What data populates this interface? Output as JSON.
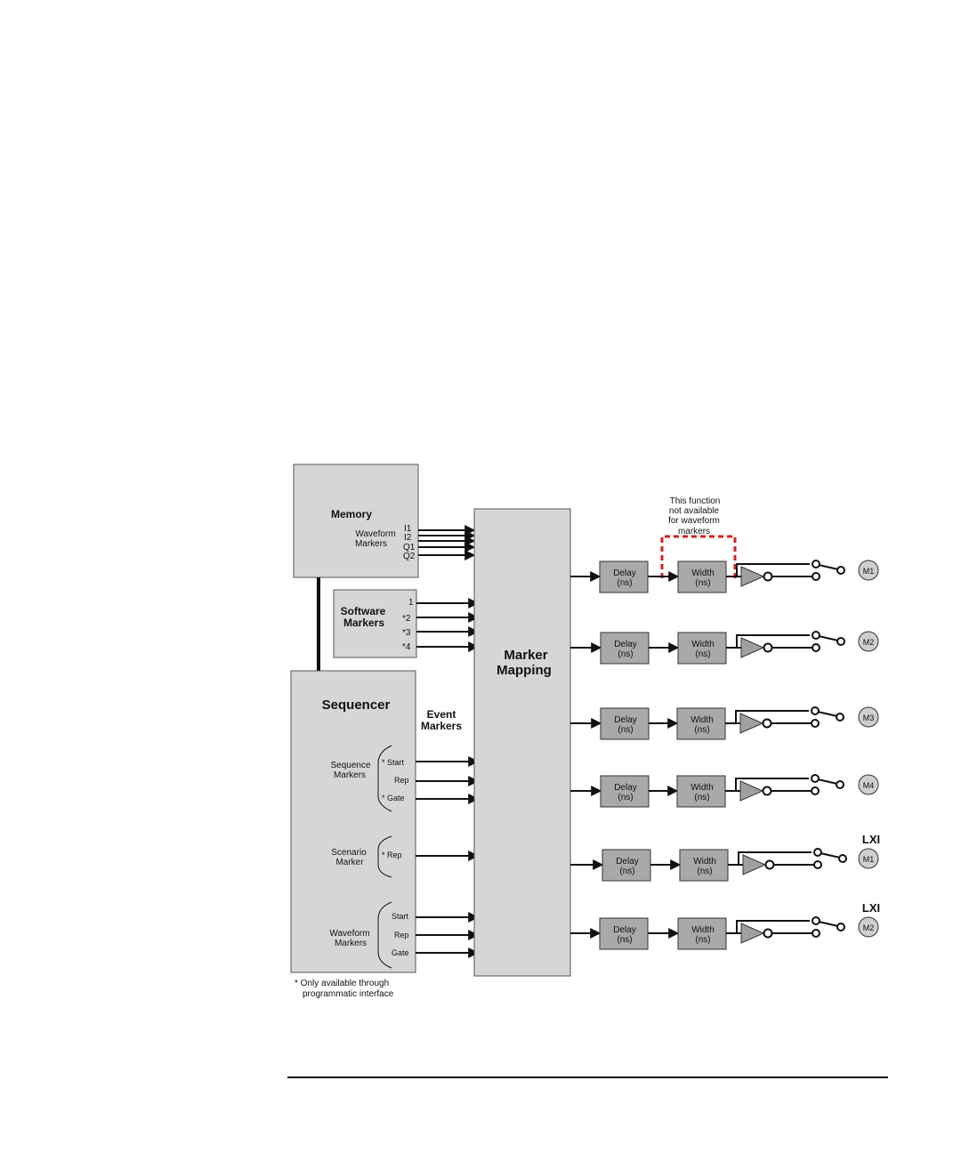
{
  "memory": {
    "title": "Memory",
    "sub1": "Waveform",
    "sub2": "Markers",
    "ports": [
      "I1",
      "I2",
      "Q1",
      "Q2"
    ]
  },
  "software": {
    "title1": "Software",
    "title2": "Markers",
    "ports": [
      "1",
      "*2",
      "*3",
      "*4"
    ]
  },
  "sequencer": {
    "title": "Sequencer",
    "event1": "Event",
    "event2": "Markers",
    "groups": [
      {
        "name1": "Sequence",
        "name2": "Markers",
        "ports": [
          "* Start",
          "Rep",
          "* Gate"
        ]
      },
      {
        "name1": "Scenario",
        "name2": "Marker",
        "ports": [
          "* Rep"
        ]
      },
      {
        "name1": "Waveform",
        "name2": "Markers",
        "ports": [
          "Start",
          "Rep",
          "Gate"
        ]
      }
    ]
  },
  "mapping": {
    "line1": "Marker",
    "line2": "Mapping"
  },
  "chains": [
    {
      "delay1": "Delay",
      "delay2": "(ns)",
      "width1": "Width",
      "width2": "(ns)",
      "out": "M1",
      "prefix": ""
    },
    {
      "delay1": "Delay",
      "delay2": "(ns)",
      "width1": "Width",
      "width2": "(ns)",
      "out": "M2",
      "prefix": ""
    },
    {
      "delay1": "Delay",
      "delay2": "(ns)",
      "width1": "Width",
      "width2": "(ns)",
      "out": "M3",
      "prefix": ""
    },
    {
      "delay1": "Delay",
      "delay2": "(ns)",
      "width1": "Width",
      "width2": "(ns)",
      "out": "M4",
      "prefix": ""
    },
    {
      "delay1": "Delay",
      "delay2": "(ns)",
      "width1": "Width",
      "width2": "(ns)",
      "out": "M1",
      "prefix": "LXI"
    },
    {
      "delay1": "Delay",
      "delay2": "(ns)",
      "width1": "Width",
      "width2": "(ns)",
      "out": "M2",
      "prefix": "LXI"
    }
  ],
  "note_dashed": [
    "This function",
    "not available",
    "for waveform",
    "markers"
  ],
  "footnote": [
    "* Only available through",
    "programmatic interface"
  ],
  "colors": {
    "box_fill": "#d6d6d6",
    "small_box_fill": "#a9a9a9",
    "dashed": "#d22020",
    "triangle": "#a0a0a0",
    "node": "#cfcfcf"
  }
}
